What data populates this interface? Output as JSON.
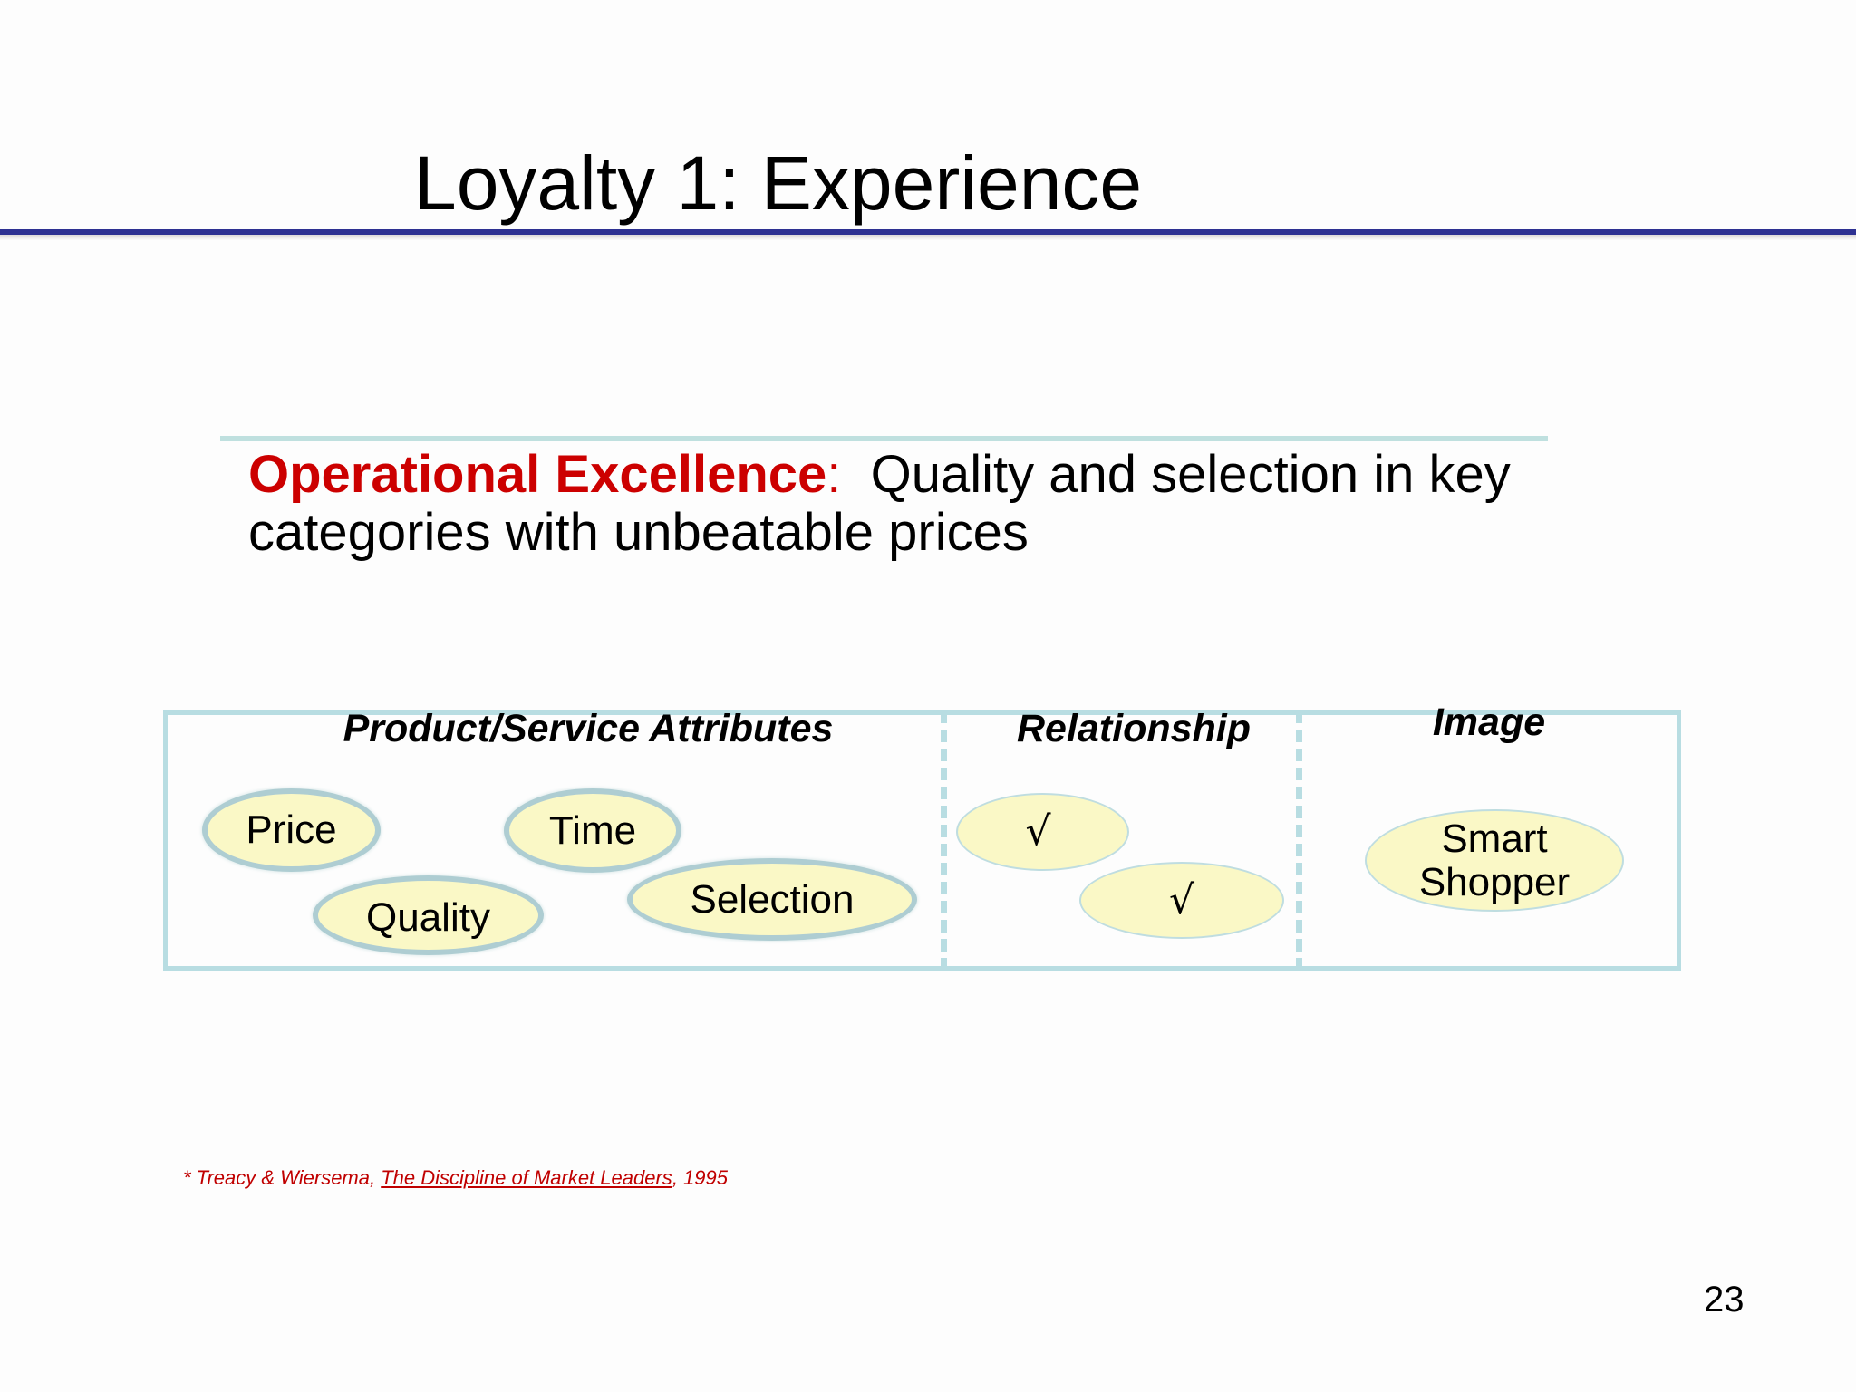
{
  "slide": {
    "title": "Loyalty 1: Experience",
    "page_number": "23"
  },
  "subtitle": {
    "emphasis": "Operational Excellence",
    "separator": ":",
    "text": "  Quality and selection in key categories with unbeatable prices"
  },
  "diagram": {
    "sections": [
      {
        "header": "Product/Service Attributes"
      },
      {
        "header": "Relationship"
      },
      {
        "header": "Image"
      }
    ],
    "attributes": [
      "Price",
      "Time",
      "Quality",
      "Selection"
    ],
    "relationship_marks": [
      "√",
      "√"
    ],
    "image_label_line1": "Smart",
    "image_label_line2": "Shopper"
  },
  "footnote": {
    "prefix": "* Treacy & Wiersema, ",
    "book_title": "The Discipline of Market Leaders",
    "suffix": ", 1995"
  },
  "colors": {
    "title_rule": "#2E3192",
    "accent_red": "#CC0000",
    "teal": "#B8DDE2",
    "ellipse_fill": "#FAF8C6"
  }
}
